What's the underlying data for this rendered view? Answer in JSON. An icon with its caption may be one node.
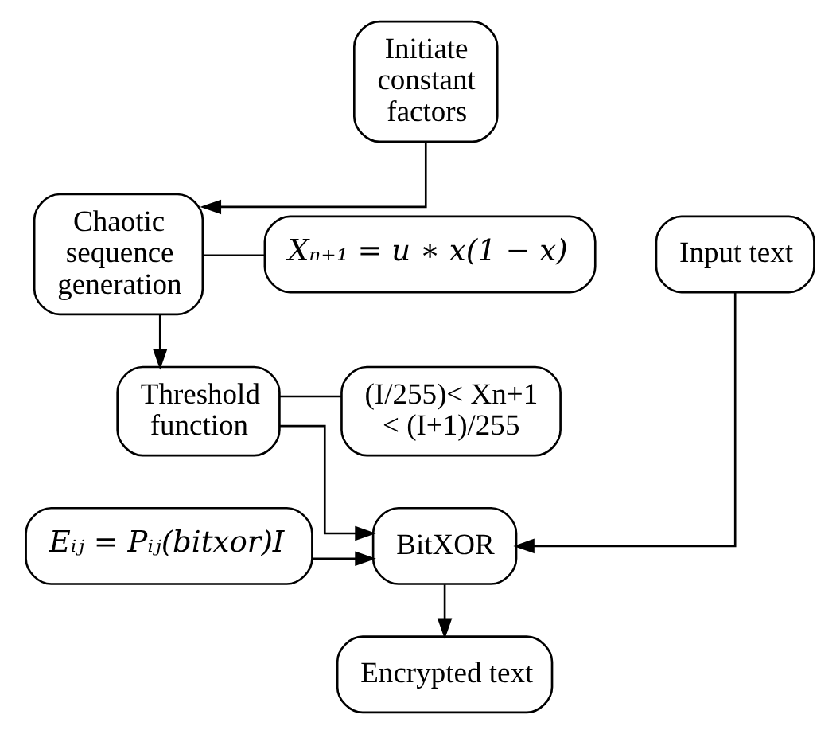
{
  "diagram": {
    "nodes": [
      {
        "text": [
          "Initiate constant factors"
        ]
      },
      {
        "text": [
          "Chaotic sequence generation"
        ]
      },
      {
        "text": [
          "Xₙ₊₁ = u ∗ x(1 − x)"
        ]
      },
      {
        "text": [
          "Input text"
        ]
      },
      {
        "text": [
          "Threshold function"
        ]
      },
      {
        "text": [
          "(I/255)< Xn+1 < (I+1)/255"
        ]
      },
      {
        "text": [
          "BitXOR"
        ]
      },
      {
        "text": [
          "Eᵢⱼ = Pᵢⱼ(bitxor)I"
        ]
      },
      {
        "text": [
          "Encrypted text"
        ]
      }
    ],
    "edges": [
      {
        "from": 0,
        "to": 1,
        "arrow": "to"
      },
      {
        "from": 1,
        "to": 2,
        "arrow": "none"
      },
      {
        "from": 1,
        "to": 4,
        "arrow": "to"
      },
      {
        "from": 4,
        "to": 5,
        "arrow": "none"
      },
      {
        "from": 3,
        "to": 6,
        "arrow": "to"
      },
      {
        "from": 4,
        "to": 6,
        "arrow": "to"
      },
      {
        "from": 7,
        "to": 6,
        "arrow": "to"
      },
      {
        "from": 6,
        "to": 8,
        "arrow": "to"
      }
    ]
  }
}
